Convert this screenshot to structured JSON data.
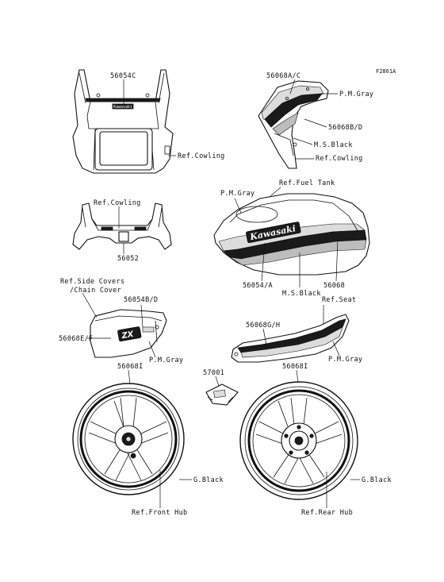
{
  "figure_code": "F2861A",
  "labels": {
    "l_56054C": "56054C",
    "l_ref_cowling_1": "Ref.Cowling",
    "l_56068AC": "56068A/C",
    "l_pmgray_1": "P.M.Gray",
    "l_56068BD": "56068B/D",
    "l_msblack_1": "M.S.Black",
    "l_ref_cowling_2": "Ref.Cowling",
    "l_ref_cowling_3": "Ref.Cowling",
    "l_56052": "56052",
    "l_ref_fuel_tank": "Ref.Fuel Tank",
    "l_pmgray_2": "P.M.Gray",
    "l_56054A": "56054/A",
    "l_56068": "56068",
    "l_msblack_2": "M.S.Black",
    "l_ref_side_covers": "Ref.Side Covers",
    "l_chain_cover": "/Chain Cover",
    "l_56054BD": "56054B/D",
    "l_56068EF": "56068E/F",
    "l_pmgray_3": "P.M.Gray",
    "l_ref_seat": "Ref.Seat",
    "l_56068GH": "56068G/H",
    "l_pmgray_4": "P.M.Gray",
    "l_56068I_1": "56068I",
    "l_57001": "57001",
    "l_56068I_2": "56068I",
    "l_gblack_1": "G.Black",
    "l_ref_front_hub": "Ref.Front Hub",
    "l_gblack_2": "G.Black",
    "l_ref_rear_hub": "Ref.Rear Hub"
  },
  "decal_text": {
    "tank_logo": "Kawasaki",
    "cowl_logo": "Kawasaki",
    "side_logo": "ZX"
  }
}
